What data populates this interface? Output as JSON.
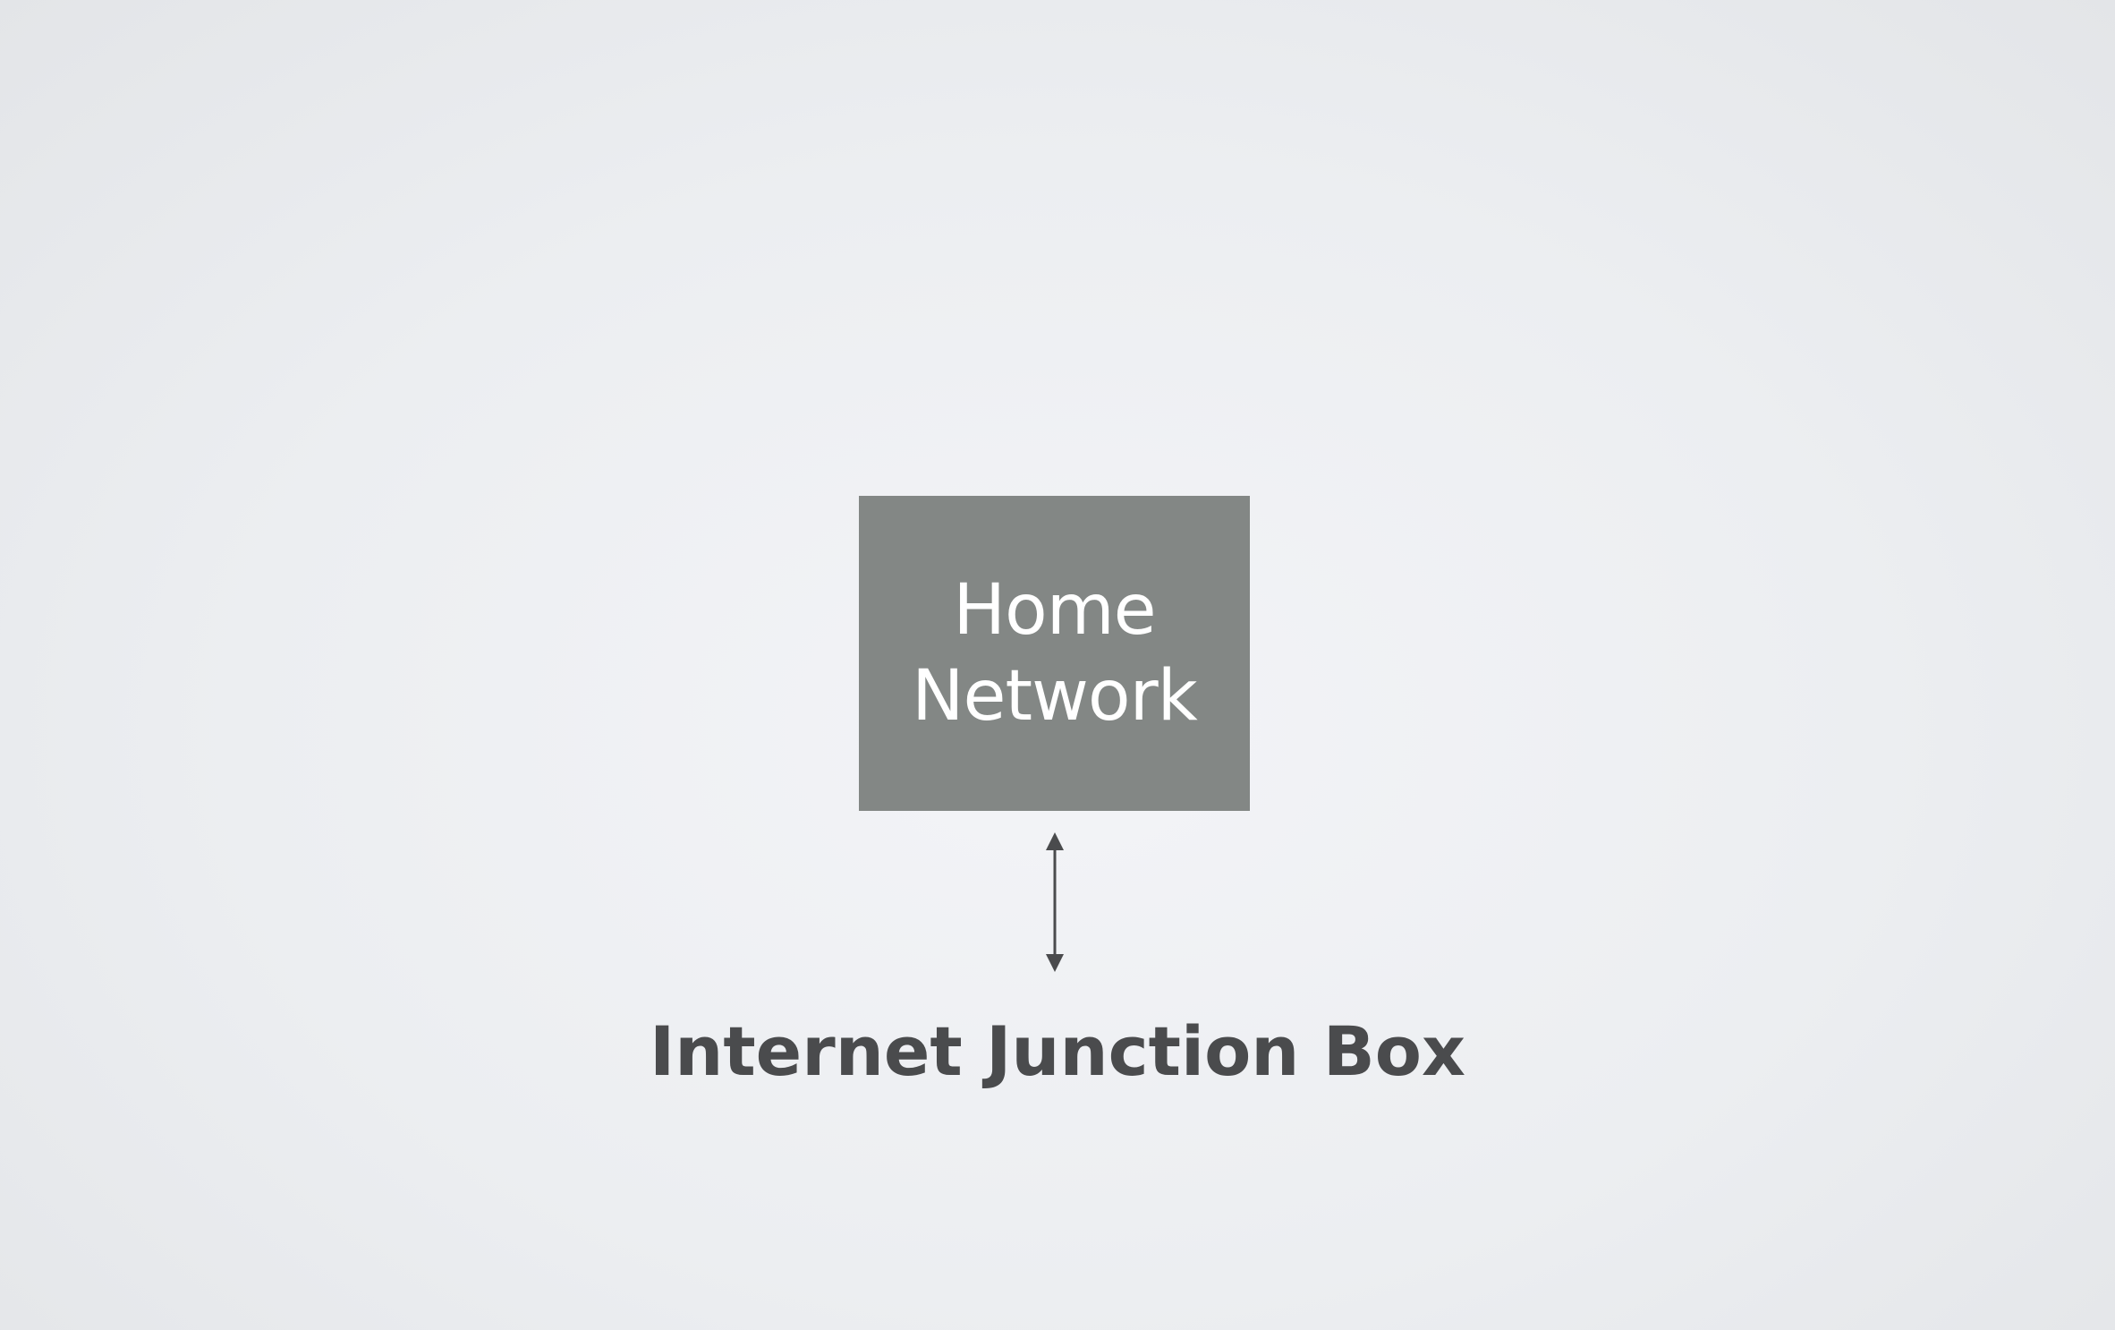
{
  "diagram": {
    "node_top": {
      "label_lines": [
        "Home",
        "Network"
      ],
      "fill_color": "#838785",
      "text_color": "#ffffff"
    },
    "connector": {
      "type": "bidirectional-arrow",
      "color": "#4a4b4d"
    },
    "node_bottom": {
      "label": "Internet Junction Box",
      "text_color": "#4a4b4d"
    }
  }
}
